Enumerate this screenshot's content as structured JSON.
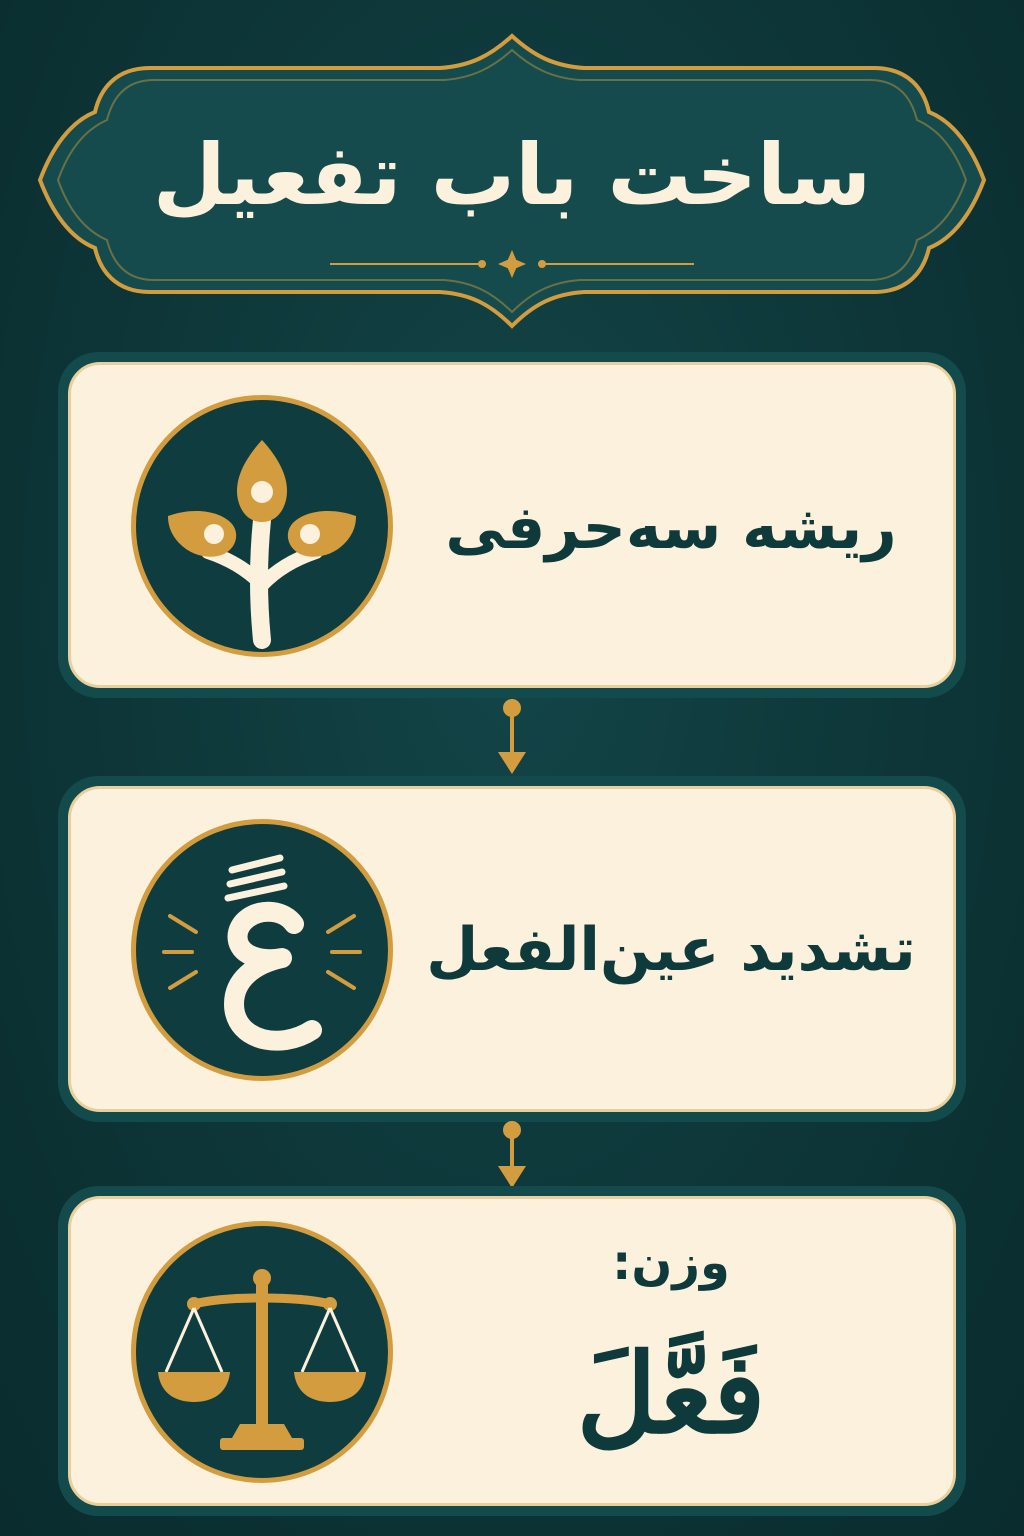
{
  "title": "ساخت باب تفعیل",
  "colors": {
    "background": "#0f3a3c",
    "card_fill": "#fbf1dc",
    "accent_gold": "#d39d3f",
    "text_dark": "#0f3a3c",
    "text_light": "#fbf1dc"
  },
  "steps": [
    {
      "label": "ریشه سه‌حرفی",
      "icon": "sprout-icon"
    },
    {
      "label": "تشدید عین‌الفعل",
      "icon": "ain-shadda-icon",
      "glyph": "عَّ"
    },
    {
      "label": "وزن:",
      "value": "فَعَّلَ",
      "icon": "scales-icon"
    }
  ]
}
